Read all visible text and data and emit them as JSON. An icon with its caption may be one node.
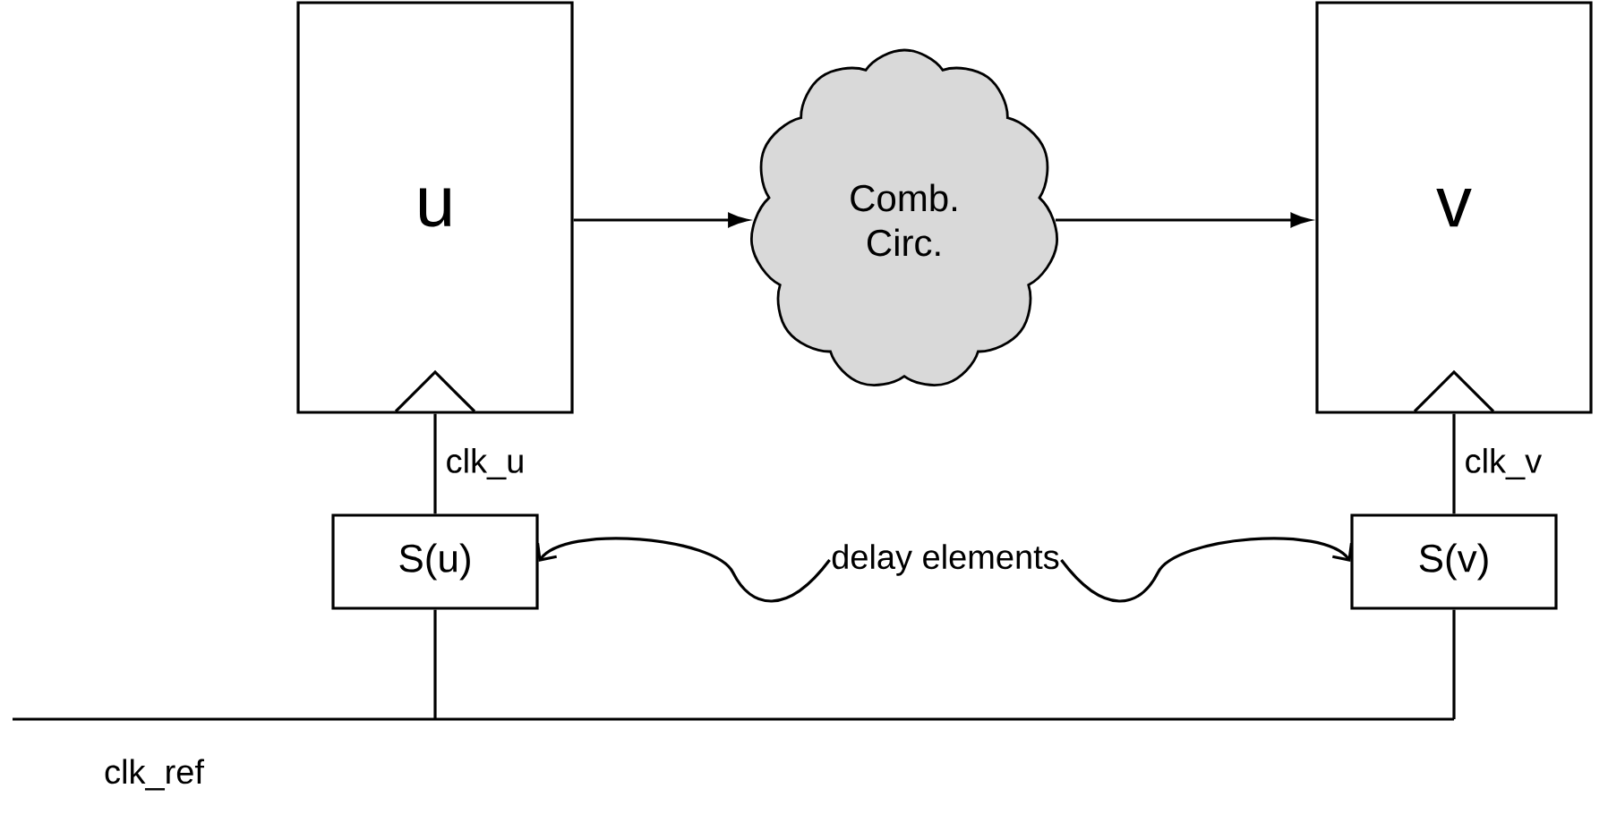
{
  "diagram": {
    "nodes": [
      {
        "text": [
          "u"
        ]
      },
      {
        "text": [
          "Comb. Circ."
        ]
      },
      {
        "text": [
          "v"
        ]
      },
      {
        "text": [
          "S(u)"
        ]
      },
      {
        "text": [
          "S(v)"
        ]
      },
      {
        "text": [
          "delay elements"
        ]
      },
      {
        "text": [
          "clk_ref"
        ]
      }
    ],
    "edges": [
      {
        "from": 0,
        "to": 1,
        "arrow": "to"
      },
      {
        "from": 1,
        "to": 2,
        "arrow": "to"
      },
      {
        "from": 3,
        "to": 0,
        "arrow": "none",
        "label": "clk_u"
      },
      {
        "from": 4,
        "to": 2,
        "arrow": "none",
        "label": "clk_v"
      },
      {
        "from": 5,
        "to": 3,
        "arrow": "to"
      },
      {
        "from": 5,
        "to": 4,
        "arrow": "to"
      },
      {
        "from": 3,
        "to": 6,
        "arrow": "none"
      },
      {
        "from": 4,
        "to": 6,
        "arrow": "none"
      }
    ]
  }
}
